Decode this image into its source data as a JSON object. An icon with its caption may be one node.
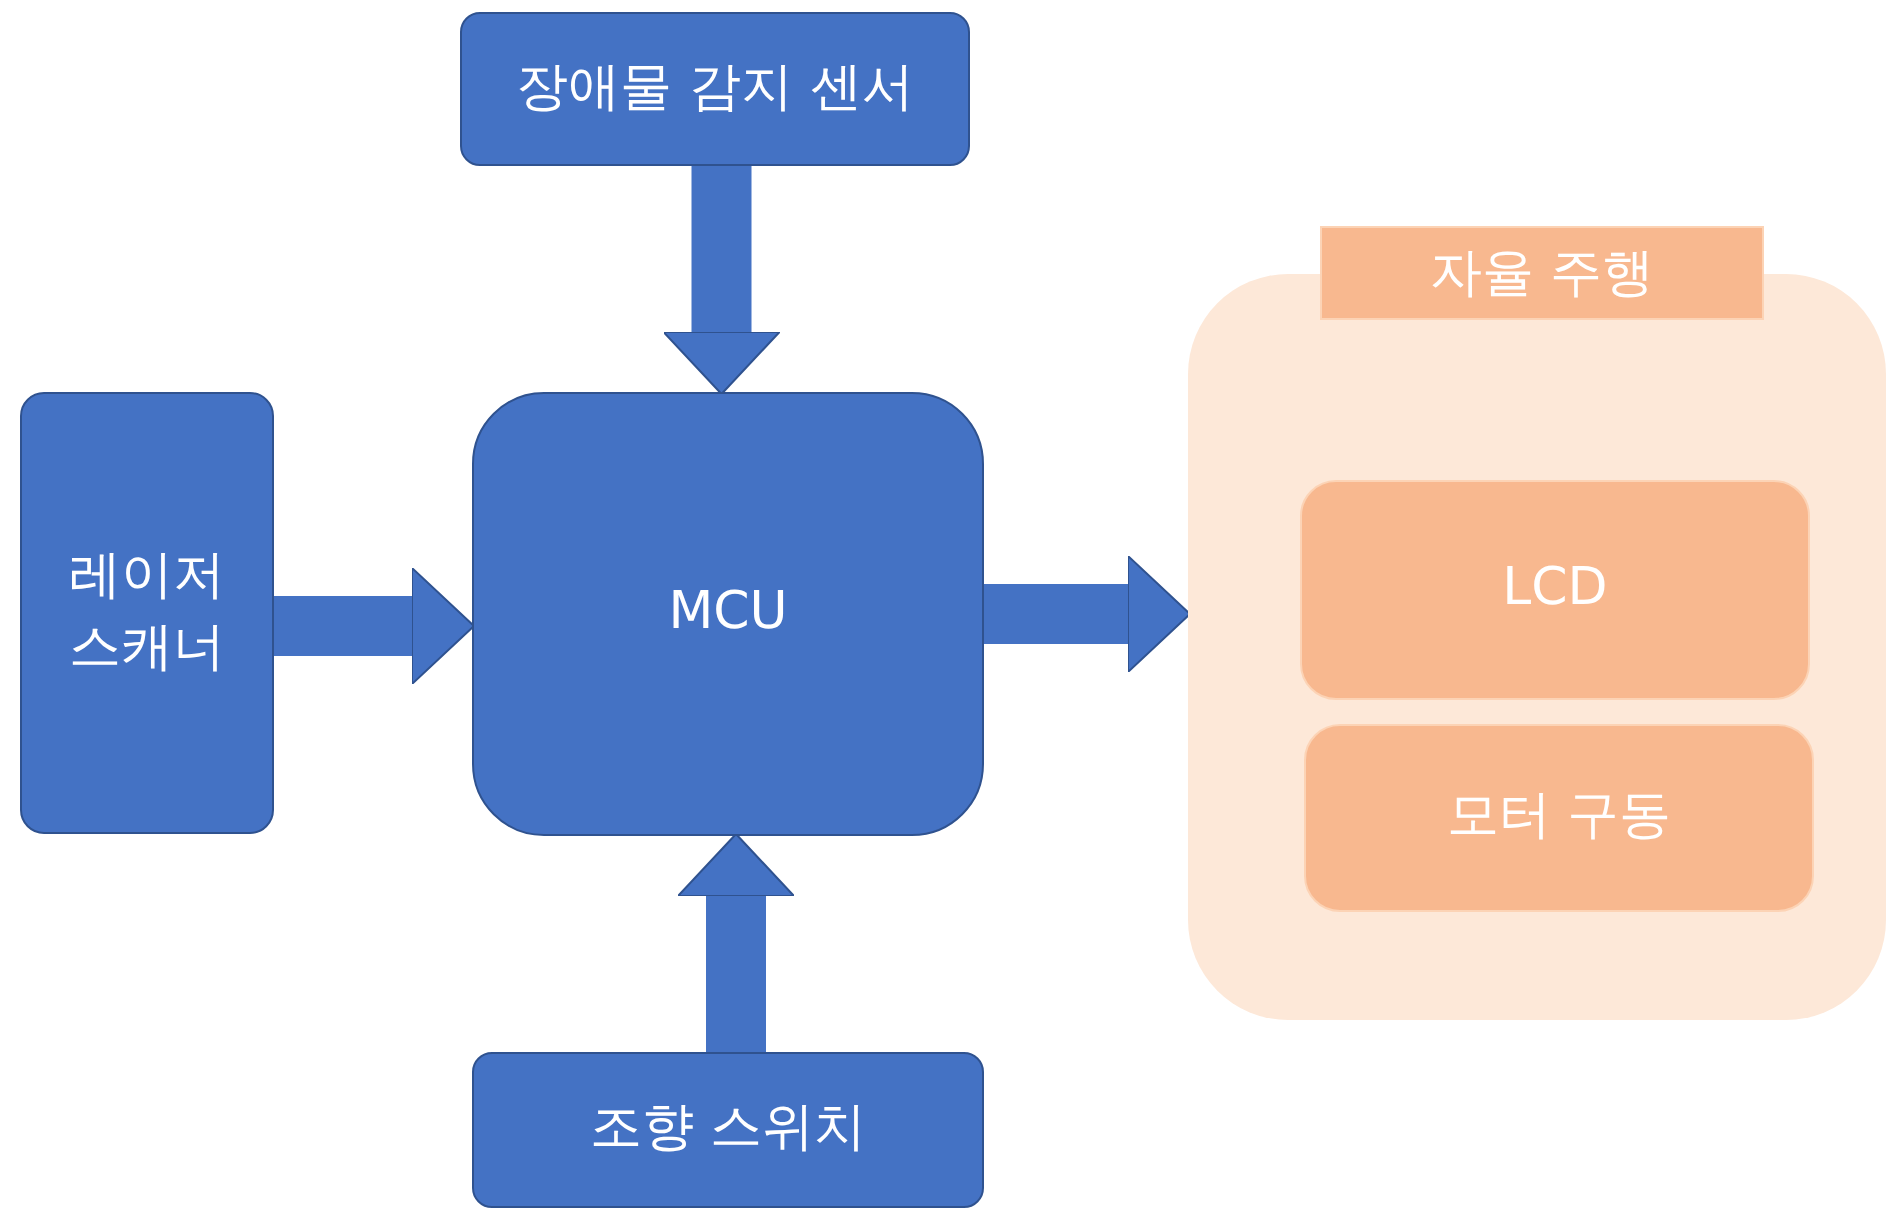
{
  "diagram": {
    "nodes": [
      {
        "text": [
          "장애물 감지 센서"
        ]
      },
      {
        "text": [
          "레이저 스캐너"
        ]
      },
      {
        "text": [
          "MCU"
        ]
      },
      {
        "text": [
          "자율 주행"
        ]
      },
      {
        "text": [
          "LCD"
        ],
        "in": 3
      },
      {
        "text": [
          "모터 구동"
        ],
        "in": 3
      },
      {
        "text": [
          "조향 스위치"
        ]
      }
    ],
    "edges": [
      {
        "from": 0,
        "to": 2,
        "arrow": "to"
      },
      {
        "from": 1,
        "to": 2,
        "arrow": "to"
      },
      {
        "from": 6,
        "to": 2,
        "arrow": "to"
      },
      {
        "from": 2,
        "to": 3,
        "arrow": "to"
      }
    ]
  }
}
